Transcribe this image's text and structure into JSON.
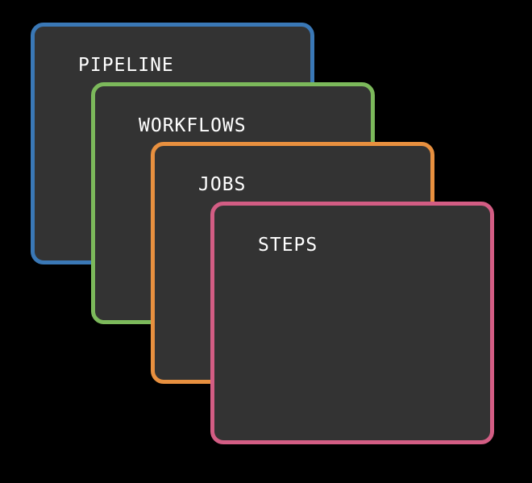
{
  "cards": [
    {
      "id": "pipeline",
      "label": "PIPELINE",
      "border_color": "#3a78b6",
      "fill_color": "#333333"
    },
    {
      "id": "workflows",
      "label": "WORKFLOWS",
      "border_color": "#7cb95b",
      "fill_color": "#333333"
    },
    {
      "id": "jobs",
      "label": "JOBS",
      "border_color": "#e8903f",
      "fill_color": "#333333"
    },
    {
      "id": "steps",
      "label": "STEPS",
      "border_color": "#d35d84",
      "fill_color": "#333333"
    }
  ],
  "background_color": "#000000",
  "label_color": "#ffffff"
}
